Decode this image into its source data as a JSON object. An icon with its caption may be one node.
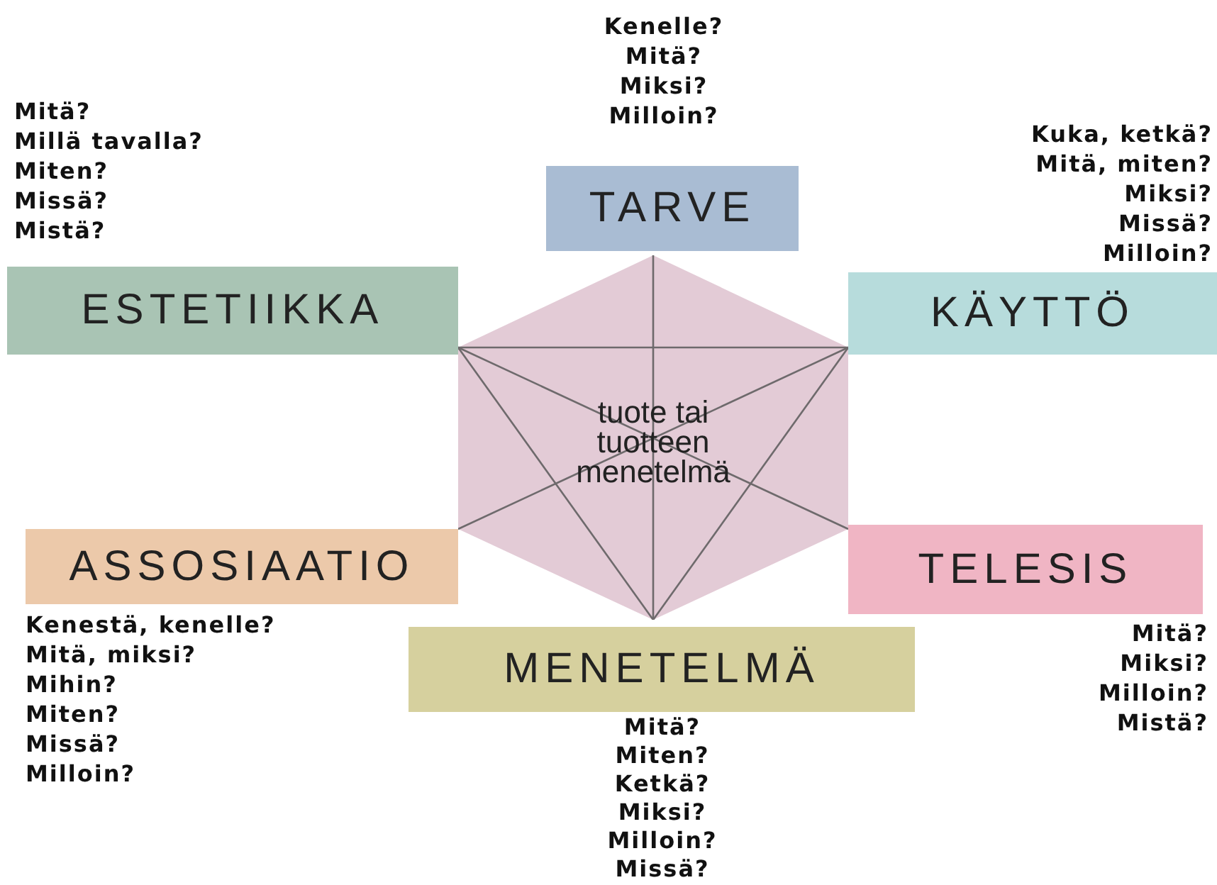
{
  "diagram": {
    "nodes": [
      {
        "text": [
          "TARVE"
        ],
        "beside": [
          "Kenelle?",
          "Mitä?",
          "Miksi?",
          "Milloin?"
        ]
      },
      {
        "text": [
          "ESTETIIKKA"
        ],
        "beside": [
          "Mitä?",
          "Millä tavalla?",
          "Miten?",
          "Missä?",
          "Mistä?"
        ]
      },
      {
        "text": [
          "KÄYTTÖ"
        ],
        "beside": [
          "Kuka, ketkä?",
          "Mitä, miten?",
          "Miksi?",
          "Missä?",
          "Milloin?"
        ]
      },
      {
        "text": [
          "tuote tai tuotteen menetelmä"
        ]
      },
      {
        "text": [
          "ASSOSIAATIO"
        ],
        "beside": [
          "Kenestä, kenelle?",
          "Mitä, miksi?",
          "Mihin?",
          "Miten?",
          "Missä?",
          "Milloin?"
        ]
      },
      {
        "text": [
          "TELESIS"
        ],
        "beside": [
          "Mitä?",
          "Miksi?",
          "Milloin?",
          "Mistä?"
        ]
      },
      {
        "text": [
          "MENETELMÄ"
        ],
        "beside": [
          "Mitä?",
          "Miten?",
          "Ketkä?",
          "Miksi?",
          "Milloin?",
          "Missä?"
        ]
      }
    ]
  }
}
